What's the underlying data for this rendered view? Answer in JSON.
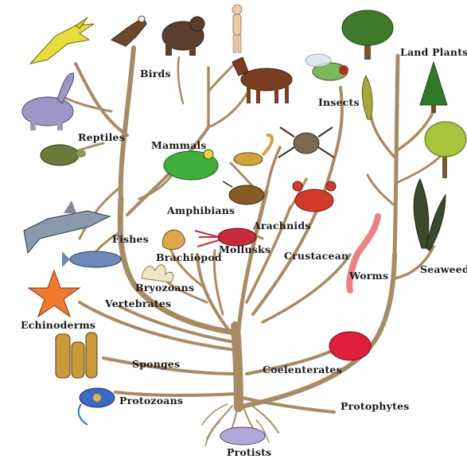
{
  "diagram": {
    "labels": {
      "land_plants": "Land Plants",
      "birds": "Birds",
      "insects": "Insects",
      "reptiles": "Reptiles",
      "mammals": "Mammals",
      "amphibians": "Amphibians",
      "arachnids": "Arachnids",
      "fishes": "Fishes",
      "brachiopod": "Brachiopod",
      "mollusks": "Mollusks",
      "crustacean": "Crustacean",
      "bryozoans": "Bryozoans",
      "worms": "Worms",
      "seaweed": "Seaweed",
      "vertebrates": "Vertebrates",
      "echinoderms": "Echinoderms",
      "sponges": "Sponges",
      "coelenterates": "Coelenterates",
      "protozoans": "Protozoans",
      "protophytes": "Protophytes",
      "protists": "Protists"
    },
    "colors": {
      "branch": "#a98b63",
      "label_text": "#1a1a1a",
      "background": "#ffffff"
    },
    "illustrations": [
      "pterosaur",
      "eagle",
      "gorilla",
      "human",
      "horse",
      "fly",
      "oak-tree",
      "fern",
      "conifer-tree",
      "palm-tree",
      "sauropod",
      "turtle",
      "frog",
      "scorpion",
      "spider",
      "horseshoe-crab",
      "crab",
      "shark",
      "tuna",
      "brachiopod-shell",
      "squid",
      "bryozoan",
      "worm",
      "kelp",
      "starfish",
      "sponge",
      "sea-anemone",
      "protozoan",
      "protist-cell"
    ]
  }
}
